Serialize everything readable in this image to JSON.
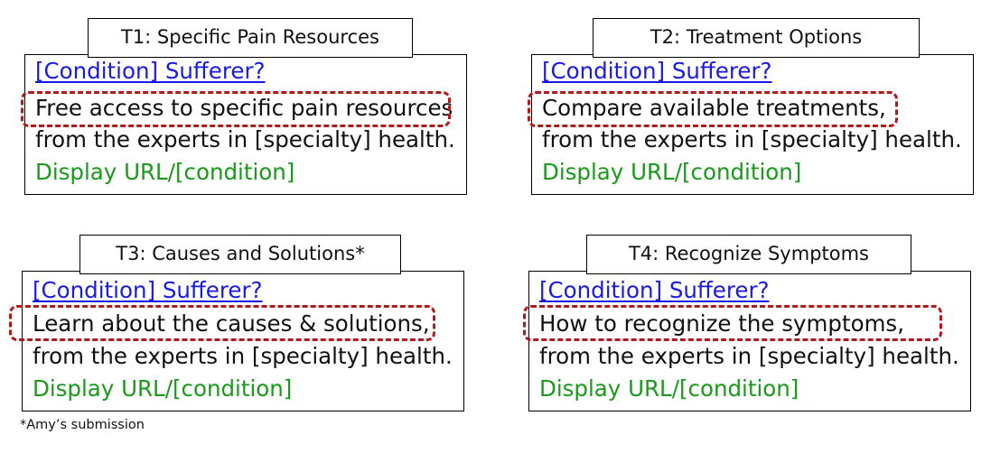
{
  "colors": {
    "headline": "#1a1ae6",
    "display_url": "#1a9a1a",
    "highlight": "#b01a1a",
    "text": "#111111",
    "border": "#000000"
  },
  "panels": [
    {
      "label": "T1: Specific Pain Resources",
      "headline": "[Condition] Sufferer?",
      "line1": "Free access to specific pain resources",
      "line2": "from the experts in [specialty] health.",
      "display_url": "Display URL/[condition]"
    },
    {
      "label": "T2: Treatment Options",
      "headline": "[Condition] Sufferer?",
      "line1": "Compare available treatments,",
      "line2": "from the experts in [specialty]  health.",
      "display_url": "Display URL/[condition]"
    },
    {
      "label": "T3: Causes and Solutions*",
      "headline": "[Condition] Sufferer?",
      "line1": "Learn about the causes & solutions,",
      "line2": "from the experts in [specialty] health.",
      "display_url": "Display URL/[condition]"
    },
    {
      "label": "T4: Recognize Symptoms",
      "headline": "[Condition] Sufferer?",
      "line1": "How to recognize the symptoms,",
      "line2": "from the experts in [specialty] health.",
      "display_url": "Display URL/[condition]"
    }
  ],
  "footnote": "*Amy’s submission"
}
